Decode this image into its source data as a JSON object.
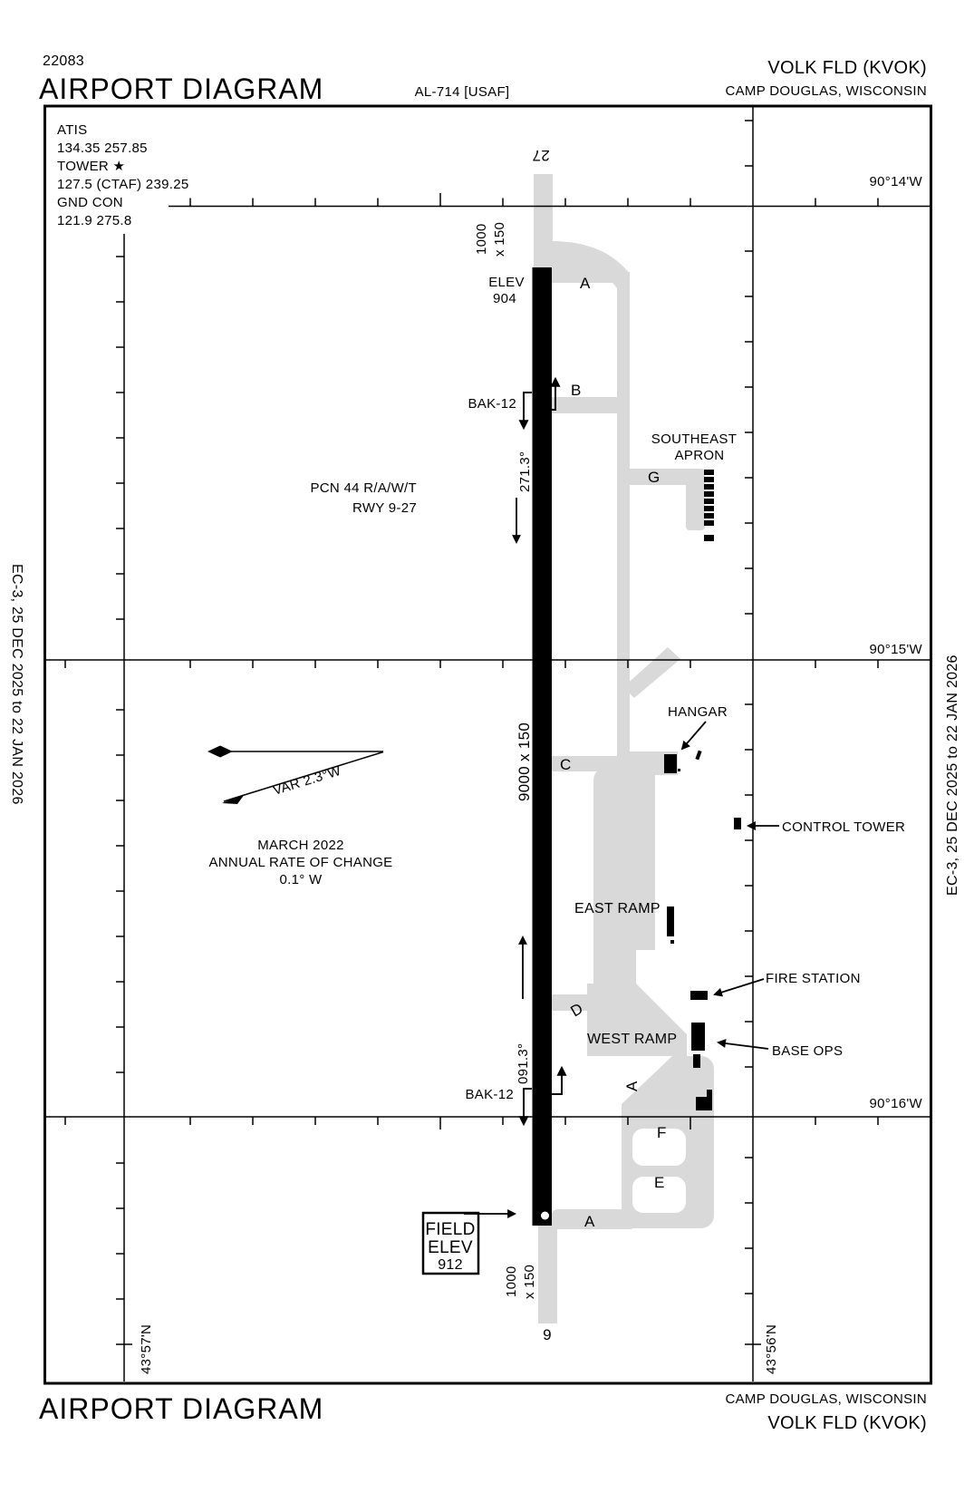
{
  "header": {
    "chart_code": "22083",
    "title": "AIRPORT DIAGRAM",
    "chart_number": "AL-714 [USAF]",
    "airport": "VOLK FLD  (KVOK)",
    "city": "CAMP DOUGLAS, WISCONSIN"
  },
  "comms": {
    "lines": [
      "ATIS",
      "134.35  257.85",
      "TOWER ★",
      "127.5 (CTAF) 239.25",
      "GND CON",
      "121.9  275.8"
    ]
  },
  "graticule": {
    "lon1": "90°14'W",
    "lon2": "90°15'W",
    "lon3": "90°16'W",
    "lat1": "43°57'N",
    "lat2": "43°56'N"
  },
  "edges": {
    "left": "EC-3,  25 DEC 2025  to  22 JAN 2026",
    "right": "EC-3,  25 DEC 2025  to  22 JAN 2026"
  },
  "runway": {
    "end_top": "27",
    "end_bottom": "9",
    "overrun_top_l1": "1000",
    "overrun_top_l2": "x 150",
    "overrun_bottom_l1": "1000",
    "overrun_bottom_l2": "x 150",
    "dimensions": "9000 x 150",
    "elev_label": "ELEV",
    "elev_value": "904",
    "heading_27": "271.3°",
    "heading_9": "091.3°",
    "bak12_upper": "BAK-12",
    "bak12_lower": "BAK-12",
    "pcn_l1": "PCN 44 R/A/W/T",
    "pcn_l2": "RWY 9-27"
  },
  "variation": {
    "var_label": "VAR 2.3°W",
    "date": "MARCH 2022",
    "rate_l1": "ANNUAL RATE OF CHANGE",
    "rate_l2": "0.1° W"
  },
  "features": {
    "southeast_apron_l1": "SOUTHEAST",
    "southeast_apron_l2": "APRON",
    "hangar": "HANGAR",
    "control_tower": "CONTROL TOWER",
    "east_ramp": "EAST RAMP",
    "west_ramp": "WEST RAMP",
    "fire_station": "FIRE STATION",
    "base_ops": "BASE OPS"
  },
  "taxiways": {
    "a_top": "A",
    "b": "B",
    "g": "G",
    "c": "C",
    "d": "D",
    "a_mid": "A",
    "f": "F",
    "e": "E",
    "a_bottom": "A"
  },
  "field_elev": {
    "l1": "FIELD",
    "l2": "ELEV",
    "l3": "912"
  },
  "footer": {
    "title": "AIRPORT DIAGRAM",
    "city": "CAMP DOUGLAS, WISCONSIN",
    "airport": "VOLK FLD  (KVOK)"
  },
  "colors": {
    "taxiway_gray": "#d9d9d9",
    "ink": "#000000"
  }
}
